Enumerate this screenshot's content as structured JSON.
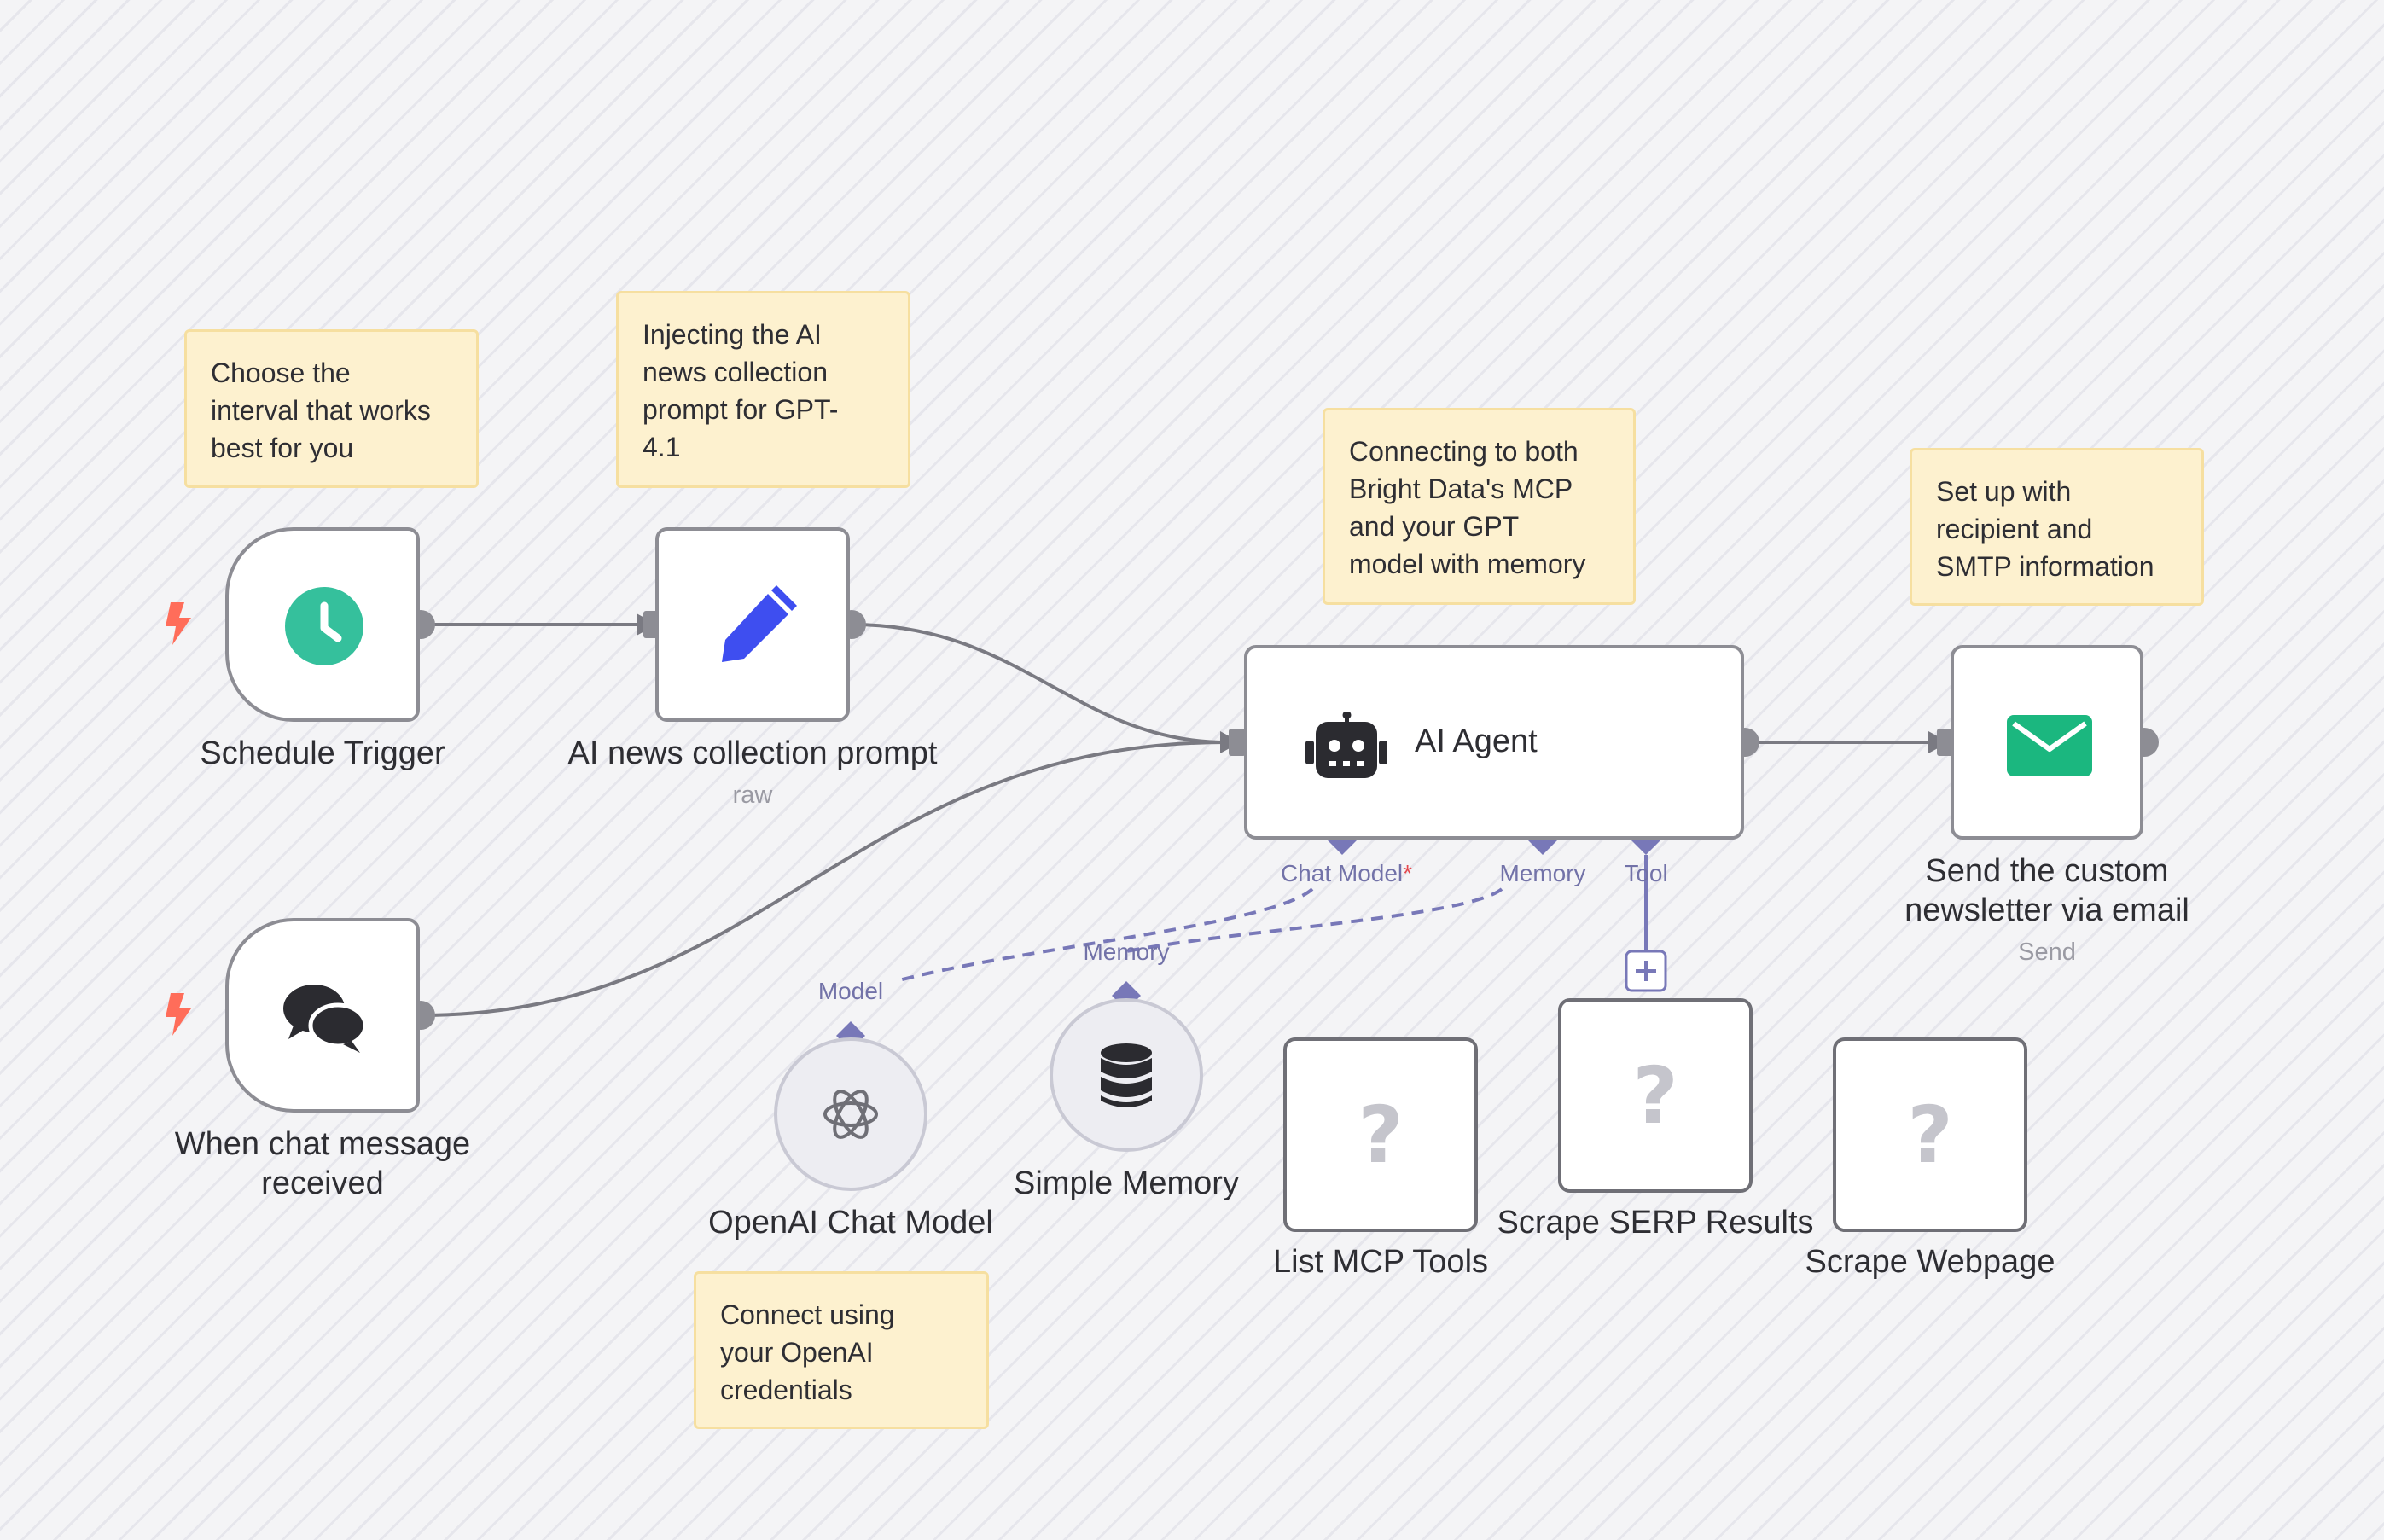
{
  "sticky_notes": [
    {
      "id": "schedule",
      "text": "Choose the\ninterval that works\nbest for you"
    },
    {
      "id": "prompt",
      "text": "Injecting the AI\nnews collection\nprompt for GPT-\n4.1"
    },
    {
      "id": "agent",
      "text": "Connecting to both\nBright Data's MCP\nand your GPT\nmodel with memory"
    },
    {
      "id": "email",
      "text": "Set up with\nrecipient and\nSMTP information"
    },
    {
      "id": "openai",
      "text": "Connect using\nyour OpenAI\ncredentials"
    }
  ],
  "nodes": {
    "schedule_trigger": {
      "label": "Schedule Trigger",
      "icon": "clock-icon"
    },
    "ai_prompt": {
      "label": "AI news collection prompt",
      "subtitle": "raw",
      "icon": "pencil-icon"
    },
    "chat_trigger": {
      "label": "When chat message\nreceived",
      "icon": "chat-bubbles-icon"
    },
    "ai_agent": {
      "label": "AI Agent",
      "icon": "robot-icon"
    },
    "send_email": {
      "label": "Send the custom\nnewsletter via email",
      "subtitle": "Send",
      "icon": "envelope-icon"
    },
    "openai_chat": {
      "label": "OpenAI Chat Model",
      "icon": "openai-icon"
    },
    "simple_memory": {
      "label": "Simple Memory",
      "icon": "database-icon"
    },
    "list_mcp": {
      "label": "List MCP Tools",
      "icon": "question-icon",
      "glyph": "?"
    },
    "scrape_serp": {
      "label": "Scrape SERP Results",
      "icon": "question-icon",
      "glyph": "?"
    },
    "scrape_webpage": {
      "label": "Scrape Webpage",
      "icon": "question-icon",
      "glyph": "?"
    }
  },
  "ports": {
    "chat_model": "Chat Model",
    "chat_model_required": "*",
    "memory": "Memory",
    "tool": "Tool",
    "model": "Model",
    "memory_in": "Memory"
  },
  "colors": {
    "accent": "#7878b8",
    "clock": "#35c09c",
    "pencil": "#3e4ef0",
    "envelope": "#1bb77f",
    "bolt": "#ff6d5a",
    "sticky": "#fdf1cf"
  }
}
